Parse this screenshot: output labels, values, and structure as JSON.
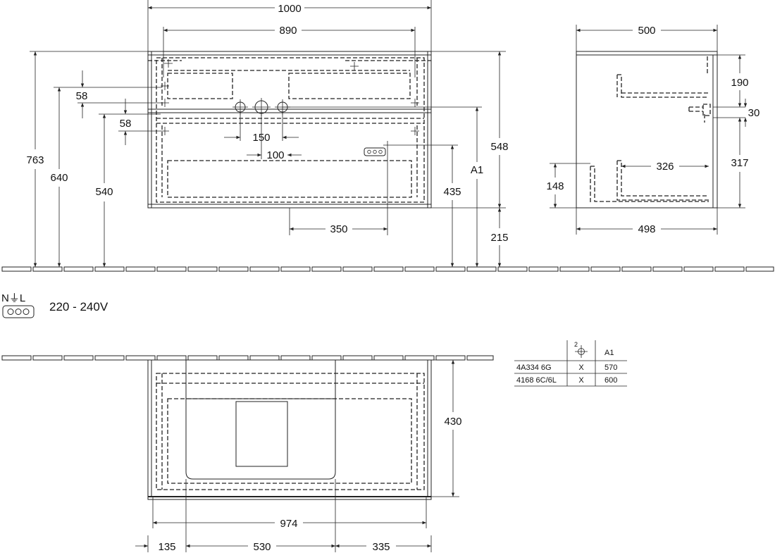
{
  "front": {
    "width_overall": "1000",
    "width_inner": "890",
    "h_763": "763",
    "h_640": "640",
    "h_540": "540",
    "d_58_top": "58",
    "d_58_mid": "58",
    "d_150": "150",
    "d_100": "100",
    "d_548": "548",
    "d_435": "435",
    "d_a1": "A1",
    "d_215": "215",
    "d_350": "350"
  },
  "side": {
    "depth_top": "500",
    "depth_bottom": "498",
    "d_190": "190",
    "d_30": "30",
    "d_317": "317",
    "d_326": "326",
    "d_148": "148"
  },
  "electrical": {
    "symbol_label": "N⏚L",
    "voltage": "220 - 240V"
  },
  "plan": {
    "d_430": "430",
    "d_974": "974",
    "d_135": "135",
    "d_530": "530",
    "d_335": "335"
  },
  "table": {
    "header_symbol_label": "2",
    "header_a1": "A1",
    "rows": [
      {
        "model": "4A334 6G",
        "x": "X",
        "a1": "570"
      },
      {
        "model": "4168 6C/6L",
        "x": "X",
        "a1": "600"
      }
    ]
  }
}
